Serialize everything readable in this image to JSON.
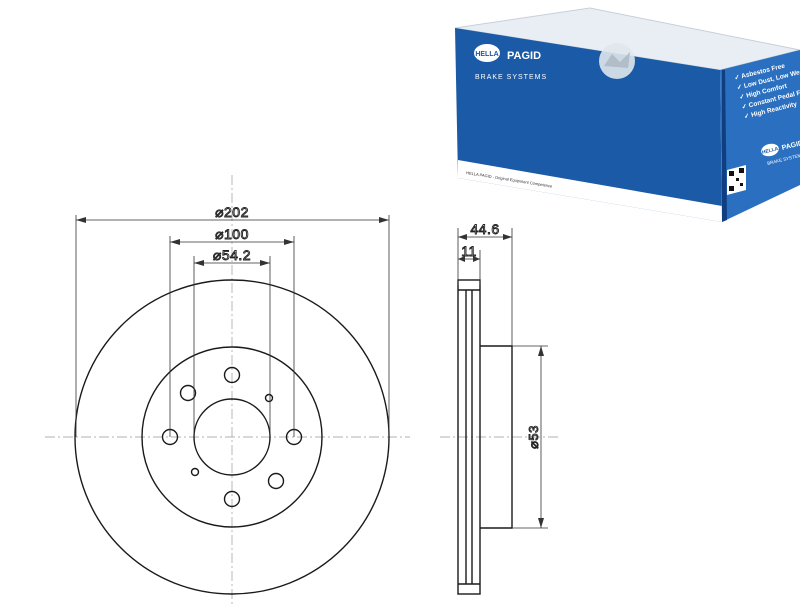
{
  "box": {
    "brand_mark": "HELLA",
    "brand_name": "PAGID",
    "subtitle": "BRAKE SYSTEMS",
    "side_brand_mark": "HELLA",
    "side_brand_name": "PAGID",
    "side_subtitle": "BRAKE SYSTEMS",
    "footer_text": "HELLA PAGID - Original Equipment Competence",
    "features": [
      "Asbestos Free",
      "Low Dust, Low Wear",
      "High Comfort",
      "Constant Pedal Feel",
      "High Reactivity"
    ],
    "colors": {
      "primary": "#1a5aa6",
      "dark": "#0f3f80",
      "side": "#2a6fc0"
    }
  },
  "drawing": {
    "outer_diameter_label": "⌀202",
    "bolt_circle_label": "⌀100",
    "center_bore_label": "⌀54.2",
    "thickness_label": "44.6",
    "disc_thickness_label": "11",
    "hat_diameter_label": "⌀53"
  }
}
